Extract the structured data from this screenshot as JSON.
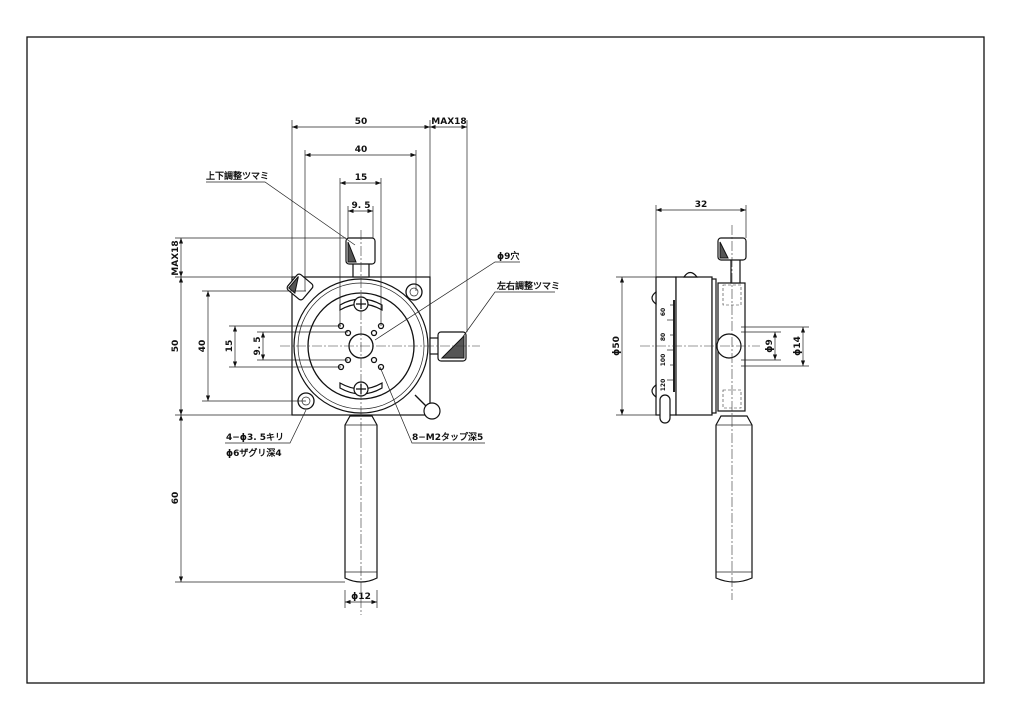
{
  "front_view": {
    "dims": {
      "width_50": "50",
      "max18_h": "MAX18",
      "width_40": "40",
      "width_15": "15",
      "width_9_5": "9. 5",
      "max18_v": "MAX18",
      "height_50": "50",
      "height_40": "40",
      "height_15": "15",
      "height_9_5": "9. 5",
      "height_60": "60",
      "handle_dia": "ϕ12"
    },
    "labels": {
      "vertical_knob": "上下調整ツマミ",
      "center_hole": "ϕ9穴",
      "horizontal_knob": "左右調整ツマミ",
      "mount_holes_1": "4−ϕ3. 5キリ",
      "mount_holes_2": "ϕ6ザグリ深4",
      "tapped_holes": "8−M2タップ深5"
    }
  },
  "side_view": {
    "dims": {
      "depth_32": "32",
      "dia_50": "ϕ50",
      "dia_9": "ϕ9",
      "dia_14": "ϕ14"
    },
    "scale": [
      "60",
      "80",
      "100",
      "120"
    ]
  }
}
